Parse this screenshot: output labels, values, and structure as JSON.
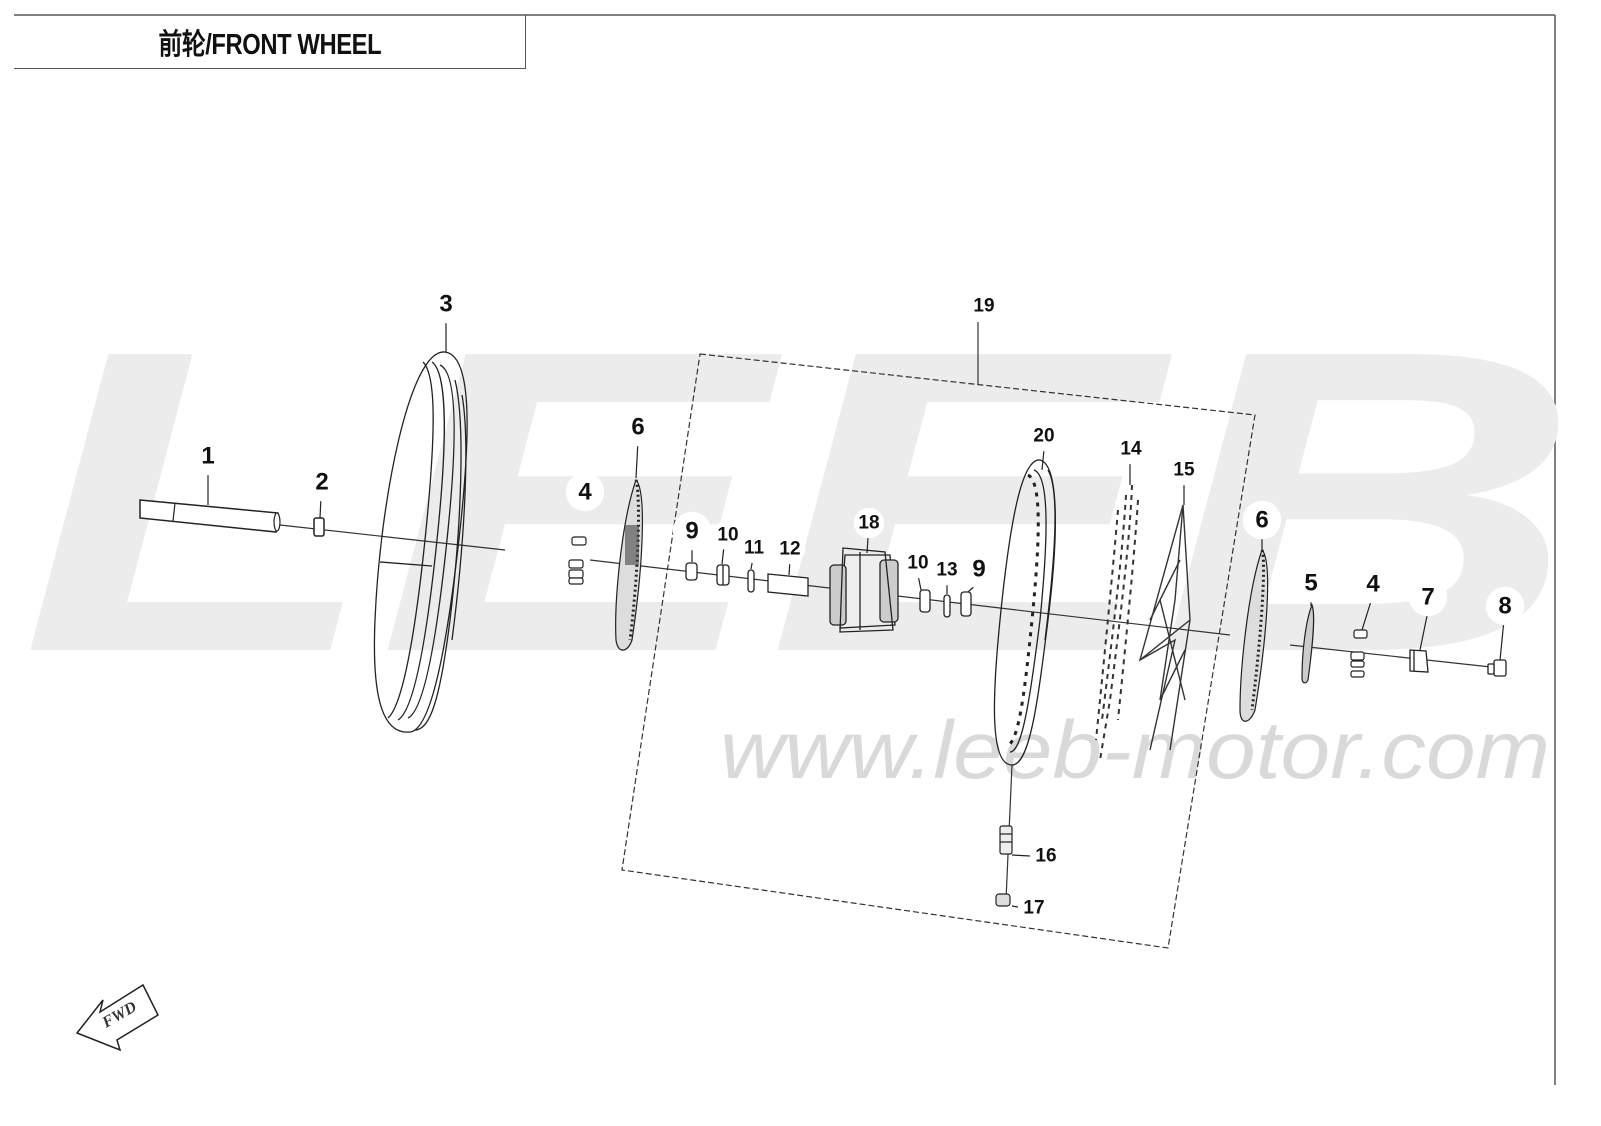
{
  "header": {
    "title": "前轮/FRONT WHEEL"
  },
  "watermark": {
    "logo": "LEEB",
    "url": "www.leeb-motor.com"
  },
  "fwd_label": "FWD",
  "callouts": [
    {
      "id": "c1",
      "label": "1"
    },
    {
      "id": "c2",
      "label": "2"
    },
    {
      "id": "c3",
      "label": "3"
    },
    {
      "id": "c4a",
      "label": "4"
    },
    {
      "id": "c4b",
      "label": "4"
    },
    {
      "id": "c5",
      "label": "5"
    },
    {
      "id": "c6a",
      "label": "6"
    },
    {
      "id": "c6b",
      "label": "6"
    },
    {
      "id": "c7",
      "label": "7"
    },
    {
      "id": "c8",
      "label": "8"
    },
    {
      "id": "c9a",
      "label": "9"
    },
    {
      "id": "c9b",
      "label": "9"
    },
    {
      "id": "c10a",
      "label": "10"
    },
    {
      "id": "c10b",
      "label": "10"
    },
    {
      "id": "c11",
      "label": "11"
    },
    {
      "id": "c12",
      "label": "12"
    },
    {
      "id": "c13",
      "label": "13"
    },
    {
      "id": "c14",
      "label": "14"
    },
    {
      "id": "c15",
      "label": "15"
    },
    {
      "id": "c16",
      "label": "16"
    },
    {
      "id": "c17",
      "label": "17"
    },
    {
      "id": "c18",
      "label": "18"
    },
    {
      "id": "c19",
      "label": "19"
    },
    {
      "id": "c20",
      "label": "20"
    }
  ],
  "colors": {
    "line": "#222222",
    "watermark": "#e6e6e6",
    "badge": "#ffffff"
  }
}
